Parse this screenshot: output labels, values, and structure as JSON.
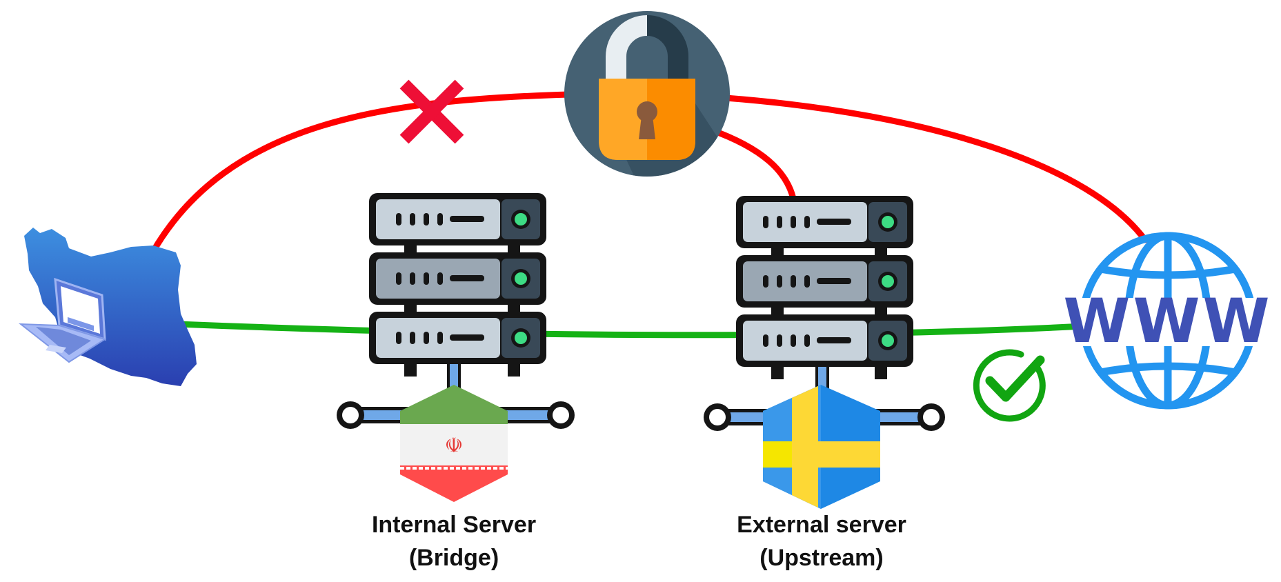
{
  "diagram": {
    "internal_server": {
      "title": "Internal Server",
      "subtitle": "(Bridge)",
      "flag": "iran-flag"
    },
    "external_server": {
      "title": "External server",
      "subtitle": "(Upstream)",
      "flag": "sweden-flag"
    },
    "web_icon_text": "WWW",
    "colors": {
      "blocked_route": "#ff0000",
      "allowed_route": "#15b215",
      "blocked_mark": "#ee0f36",
      "allowed_mark": "#11a511",
      "web_globe": "#2395f0",
      "web_text": "#3f51b5",
      "iran_map": "#2a52be",
      "lock_body": "#ffa726",
      "lock_circle": "#456173"
    }
  }
}
